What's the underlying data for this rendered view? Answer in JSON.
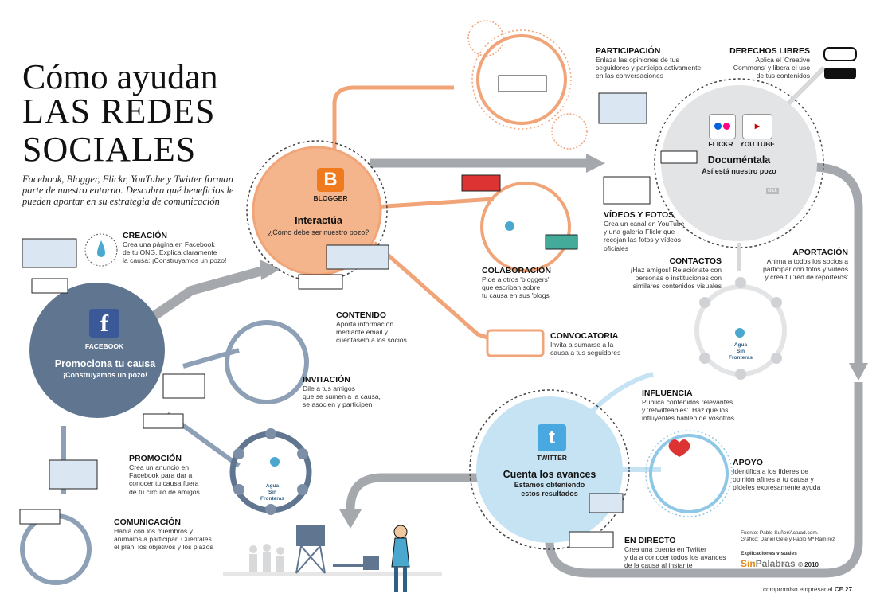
{
  "title": {
    "line1": "Cómo ayudan",
    "line2": "LAS REDES",
    "line3": "SOCIALES"
  },
  "intro": [
    "Facebook, Blogger, Flickr, YouTube y Twitter forman",
    "parte de nuestro entorno. Descubra qué beneficios le",
    "pueden aportar en su estrategia de comunicación"
  ],
  "hubs": {
    "facebook": {
      "logo": "FACEBOOK",
      "title": "Promociona tu causa",
      "subtitle": "¡Construyamos un pozo!"
    },
    "blogger": {
      "logo": "BLOGGER",
      "title": "Interactúa",
      "subtitle": "¿Cómo debe ser nuestro pozo?"
    },
    "flickr_youtube": {
      "logo1": "FLICKR",
      "logo2": "YOU TUBE",
      "title": "Documéntala",
      "subtitle": "Así está nuestro pozo",
      "tag": "click"
    },
    "twitter": {
      "logo": "TWITTER",
      "title": "Cuenta los avances",
      "subtitle1": "Estamos obteniendo",
      "subtitle2": "estos resultados"
    }
  },
  "sections": {
    "creacion": {
      "title": "CREACIÓN",
      "lines": [
        "Crea una página en Facebook",
        "de tu ONG. Explica claramente",
        "la causa: ¡Construyamos un pozo!"
      ]
    },
    "contenido": {
      "title": "CONTENIDO",
      "lines": [
        "Aporta información",
        "mediante email y",
        "cuéntaselo a los socios"
      ]
    },
    "invitacion": {
      "title": "INVITACIÓN",
      "lines": [
        "Dile a tus amigos",
        "que se sumen a la causa,",
        "se asocien y participen"
      ]
    },
    "promocion": {
      "title": "PROMOCIÓN",
      "lines": [
        "Crea un anuncio en",
        "Facebook para dar a",
        "conocer tu causa fuera",
        "de tu círculo de amigos"
      ]
    },
    "comunicacion": {
      "title": "COMUNICACIÓN",
      "lines": [
        "Habla con los miembros y",
        "anímalos a participar. Cuéntales",
        "el plan, los objetivos y los plazos"
      ]
    },
    "participacion": {
      "title": "PARTICIPACIÓN",
      "lines": [
        "Enlaza las opiniones de tus",
        "seguidores y participa activamente",
        "en las conversaciones"
      ]
    },
    "derechos": {
      "title": "DERECHOS LIBRES",
      "lines": [
        "Aplica el 'Creative",
        "Commons' y libera el uso",
        "de tus contenidos"
      ]
    },
    "colaboracion": {
      "title": "COLABORACIÓN",
      "lines": [
        "Pide a otros 'bloggers'",
        "que escriban sobre",
        "tu causa en sus 'blogs'"
      ]
    },
    "videos": {
      "title": "VÍDEOS Y FOTOS",
      "lines": [
        "Crea un canal en YouTube",
        "y una galería Flickr que",
        "recojan las fotos y vídeos",
        "oficiales"
      ]
    },
    "aportacion": {
      "title": "APORTACIÓN",
      "lines": [
        "Anima a todos los socios a",
        "participar con fotos y vídeos",
        "y crea tu 'red de reporteros'"
      ]
    },
    "contactos": {
      "title": "CONTACTOS",
      "lines": [
        "¡Haz amigos! Relaciónate con",
        "personas o instituciones con",
        "similares contenidos visuales"
      ]
    },
    "convocatoria": {
      "title": "CONVOCATORIA",
      "lines": [
        "Invita a sumarse a la",
        "causa a tus seguidores"
      ]
    },
    "influencia": {
      "title": "INFLUENCIA",
      "lines": [
        "Publica contenidos relevantes",
        "y 'retwitteables'. Haz que los",
        "influyentes hablen de vosotros"
      ]
    },
    "apoyo": {
      "title": "APOYO",
      "lines": [
        "Identifica a los líderes de",
        "opinión afines a tu causa y",
        "pídeles expresamente ayuda"
      ]
    },
    "directo": {
      "title": "EN DIRECTO",
      "lines": [
        "Crea una cuenta en Twitter",
        "y da a conocer todos los avances",
        "de la causa al instante"
      ]
    }
  },
  "badges": {
    "agua1": "Agua",
    "agua2": "Sin Fronteras",
    "agua3": "Agua",
    "agua4": "Sin Fronteras"
  },
  "credits": {
    "fuente": "Fuente: Pablo Suñer/Actuad.com.",
    "grafico": "Gráfico: Daniel Gete y Pablo Mª Ramírez",
    "brand_pre": "Explicaciones visuales",
    "brand_sin": "Sin",
    "brand_palabras": "Palabras",
    "brand_year": "© 2010",
    "footer_a": "compromiso empresarial",
    "footer_b": "CE 27"
  },
  "colors": {
    "path_gray": "#9a9ea3",
    "facebook_hub": "#5f7590",
    "facebook_ring": "#8ea0b6",
    "blogger_hub": "#f5b58c",
    "blogger_ring": "#f0a478",
    "flickr_hub": "#e3e4e6",
    "twitter_hub": "#c6e3f3",
    "twitter_ring": "#8fc7e6"
  }
}
